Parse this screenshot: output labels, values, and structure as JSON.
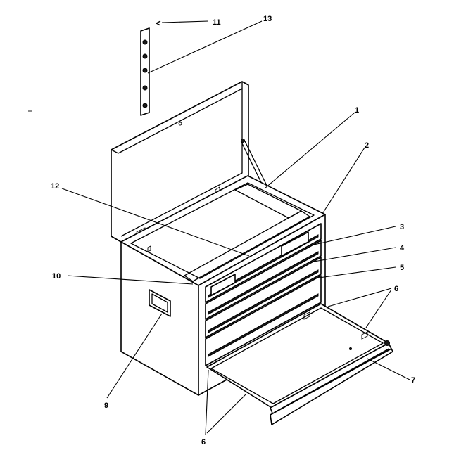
{
  "callouts": [
    {
      "id": "1",
      "label": "1"
    },
    {
      "id": "2",
      "label": "2"
    },
    {
      "id": "3",
      "label": "3"
    },
    {
      "id": "4",
      "label": "4"
    },
    {
      "id": "5",
      "label": "5"
    },
    {
      "id": "6a",
      "label": "6"
    },
    {
      "id": "6b",
      "label": "6"
    },
    {
      "id": "7",
      "label": "7"
    },
    {
      "id": "9",
      "label": "9"
    },
    {
      "id": "10",
      "label": "10"
    },
    {
      "id": "11",
      "label": "11"
    },
    {
      "id": "12",
      "label": "12"
    },
    {
      "id": "13",
      "label": "13"
    }
  ],
  "colors": {
    "line": "#000000",
    "background": "#ffffff"
  }
}
